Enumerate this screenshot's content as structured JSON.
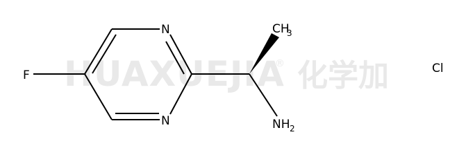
{
  "watermark": {
    "latin": "HUAXUEJIA",
    "registered": "®",
    "chinese": "化学加"
  },
  "atoms": {
    "fluorine": "F",
    "nitrogen_top": "N",
    "nitrogen_bottom": "N",
    "methyl": "CH",
    "methyl_subscript": "3",
    "amine": "NH",
    "amine_subscript": "2"
  },
  "counterion": "Cl",
  "colors": {
    "bond": "#000000",
    "watermark": "#e9e9e9",
    "background": "#ffffff"
  }
}
